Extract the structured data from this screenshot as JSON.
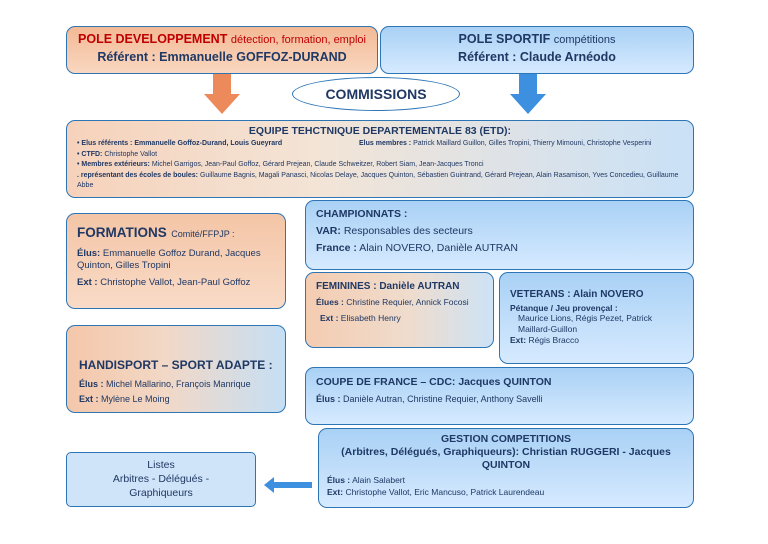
{
  "pole_dev": {
    "title": "POLE DEVELOPPEMENT",
    "subtitle": "détection, formation, emploi",
    "referent": "Référent : Emmanuelle GOFFOZ-DURAND"
  },
  "pole_sport": {
    "title": "POLE SPORTIF",
    "subtitle": "compétitions",
    "referent": "Référent :  Claude Arnéodo"
  },
  "commissions": "COMMISSIONS",
  "etd": {
    "title": "EQUIPE TEHCTNIQUE DEPARTEMENTALE 83 (ETD):",
    "elus_ref_label": "• Elus référents :",
    "elus_ref": "Emmanuelle Goffoz-Durand, Louis Gueyrard",
    "elus_membres_label": "Elus membres :",
    "elus_membres": "Patrick Maillard Guillon, Gilles Tropini,  Thierry Mimouni, Christophe Vesperini",
    "ctfd_label": "• CTFD:",
    "ctfd": "Christophe Vallot",
    "membres_ext_label": "• Membres extérieurs:",
    "membres_ext": "Michel Garrigos, Jean-Paul Goffoz, Gérard Prejean, Claude Schweitzer, Robert Siam, Jean-Jacques Tronci",
    "ecoles_label": ". représentant des écoles de boules:",
    "ecoles": "Guillaume Bagnis, Magali Panasci, Nicolas Delaye, Jacques Quinton, Sébastien Guintrand, Gérard Prejean, Alain Rasamison, Yves Concedieu, Guillaume Abbe"
  },
  "formations": {
    "title": "FORMATIONS",
    "subtitle": "Comité/FFPJP :",
    "elus_label": "Élus:",
    "elus": "Emmanuelle Goffoz Durand, Jacques Quinton, Gilles Tropini",
    "ext_label": "Ext :",
    "ext": "Christophe Vallot, Jean-Paul Goffoz"
  },
  "championnats": {
    "title": "CHAMPIONNATS :",
    "var_label": "VAR:",
    "var": "Responsables des secteurs",
    "france_label": "France :",
    "france": "Alain NOVERO, Danièle AUTRAN"
  },
  "feminines": {
    "title": "FEMININES : Danièle AUTRAN",
    "elues_label": "Élues :",
    "elues": "Christine Requier, Annick Focosi",
    "ext_label": "Ext :",
    "ext": "Elisabeth Henry"
  },
  "veterans": {
    "title": "VETERANS : Alain NOVERO",
    "sub": "Pétanque / Jeu provençal :",
    "names": "Maurice Lions, Régis Pezet, Patrick Maillard-Guillon",
    "ext_label": "Ext:",
    "ext": "Régis Bracco"
  },
  "handisport": {
    "title": "HANDISPORT – SPORT ADAPTE :",
    "elus_label": "Élus :",
    "elus": "Michel Mallarino, François Manrique",
    "ext_label": "Ext :",
    "ext": "Mylène Le Moing"
  },
  "coupe": {
    "title": "COUPE DE FRANCE – CDC: Jacques QUINTON",
    "elus_label": "Élus :",
    "elus": "Danièle Autran, Christine Requier, Anthony Savelli"
  },
  "gestion": {
    "title1": "GESTION COMPETITIONS",
    "title2": "(Arbitres, Délégués, Graphiqueurs): Christian RUGGERI - Jacques QUINTON",
    "elus_label": "Élus :",
    "elus": "Alain Salabert",
    "ext_label": "Ext:",
    "ext": "Christophe Vallot, Eric Mancuso, Patrick Laurendeau"
  },
  "listes": {
    "line1": "Listes",
    "line2": "Arbitres - Délégués -",
    "line3": "Graphiqueurs"
  },
  "colors": {
    "orange_arrow": "#ed8a5c",
    "blue_arrow": "#3d8fe0",
    "border": "#2e75b6",
    "text": "#1f3864"
  }
}
